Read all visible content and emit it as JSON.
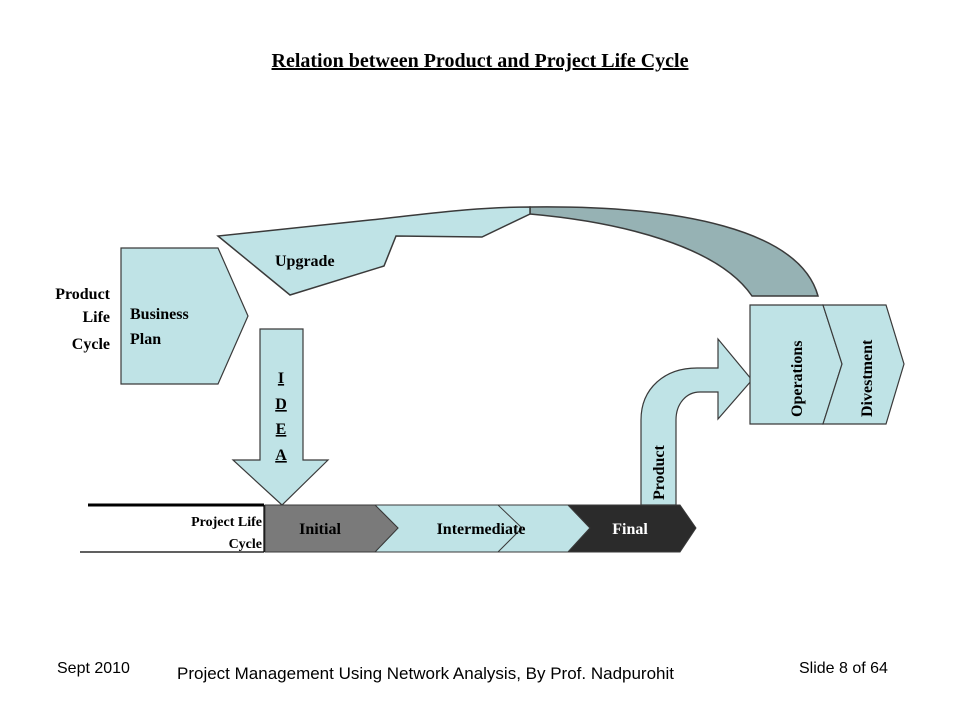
{
  "title": "Relation between Product and Project Life Cycle",
  "product_life_cycle_label": [
    "Product",
    "Life",
    "Cycle"
  ],
  "business_plan_label": [
    "Business",
    "Plan"
  ],
  "upgrade_label": "Upgrade",
  "idea_letters": [
    "I",
    "D",
    "E",
    "A"
  ],
  "project_life_cycle_label": [
    "Project Life",
    "Cycle"
  ],
  "stages": {
    "initial": "Initial",
    "intermediate": "Intermediate",
    "final": "Final"
  },
  "product_label": "Product",
  "operations_label": "Operations",
  "divestment_label": "Divestment",
  "colors": {
    "light_blue": "#bfe3e6",
    "gray_green": "#96b2b4",
    "initial_gray": "#7a7a7a",
    "final_dark": "#2b2b2b",
    "outline": "#3a3a3a"
  },
  "footer": {
    "date": "Sept 2010",
    "course": "Project Management Using Network Analysis, By Prof. Nadpurohit",
    "slide": "Slide 8 of 64"
  }
}
